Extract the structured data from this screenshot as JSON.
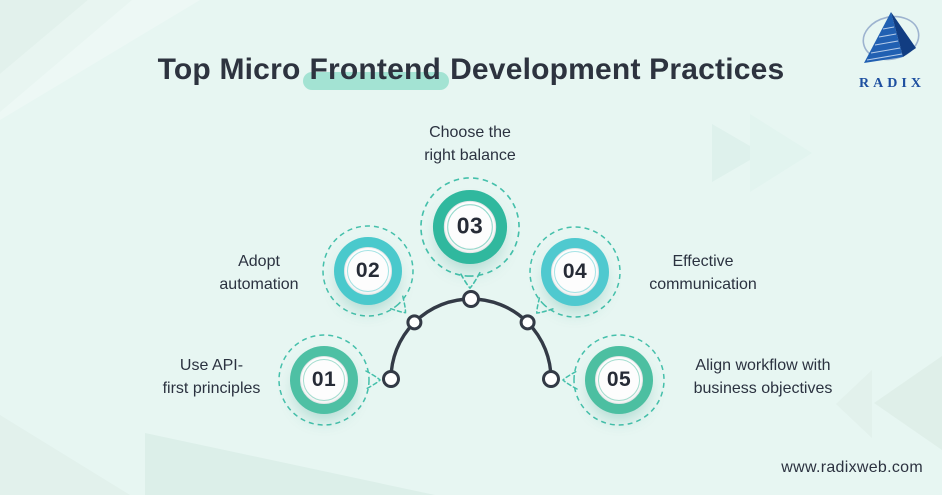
{
  "palette": {
    "background": "#e7f6f2",
    "highlight": "#a3e3d3",
    "dark_text": "#2d333f",
    "arc_color": "#333a46",
    "logo_blue": "#1d4fa0"
  },
  "header": {
    "title_part1": "Top Micro",
    "title_highlight": "Frontend",
    "title_part2": "Development Practices"
  },
  "logo": {
    "brand": "RADIX"
  },
  "steps": [
    {
      "number": "01",
      "label": "Use API-\nfirst principles",
      "ring_color": "#4ec0a4"
    },
    {
      "number": "02",
      "label": "Adopt\nautomation",
      "ring_color": "#4ac9cc"
    },
    {
      "number": "03",
      "label": "Choose the\nright balance",
      "ring_color": "#30b89e"
    },
    {
      "number": "04",
      "label": "Effective\ncommunication",
      "ring_color": "#4fc9cf"
    },
    {
      "number": "05",
      "label": "Align workflow with\nbusiness objectives",
      "ring_color": "#4cbfa1"
    }
  ],
  "footer": {
    "website": "www.radixweb.com"
  }
}
